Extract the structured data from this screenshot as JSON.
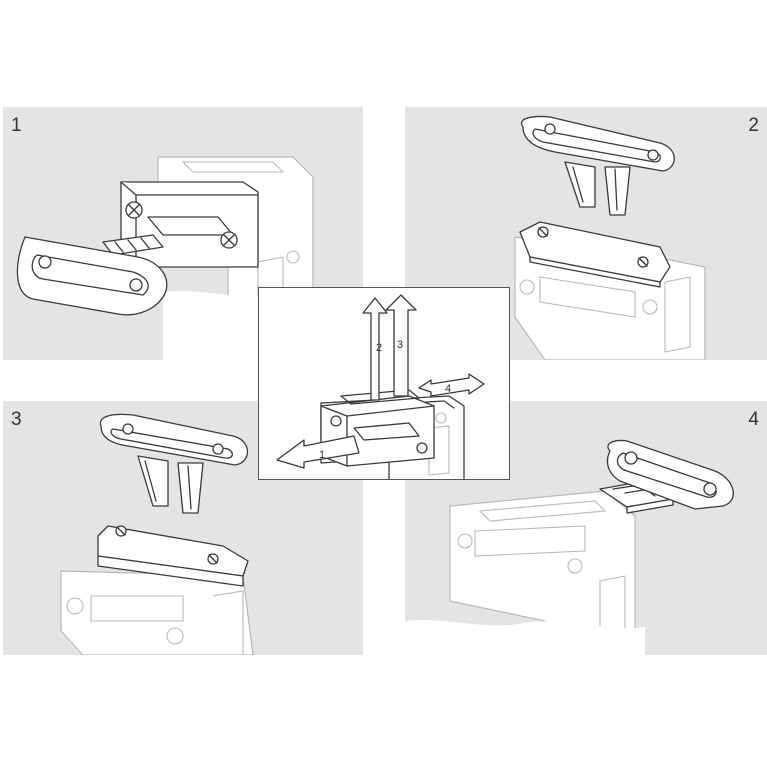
{
  "panels": [
    {
      "number": "1"
    },
    {
      "number": "2"
    },
    {
      "number": "3"
    },
    {
      "number": "4"
    }
  ],
  "center": {
    "arrows": [
      {
        "label": "1"
      },
      {
        "label": "2"
      },
      {
        "label": "3"
      },
      {
        "label": "4"
      }
    ]
  },
  "colors": {
    "panel_background": "#e4e4e2",
    "line": "#3a3a3a",
    "ghost_line": "#b8b8b8",
    "page_background": "#ffffff"
  }
}
